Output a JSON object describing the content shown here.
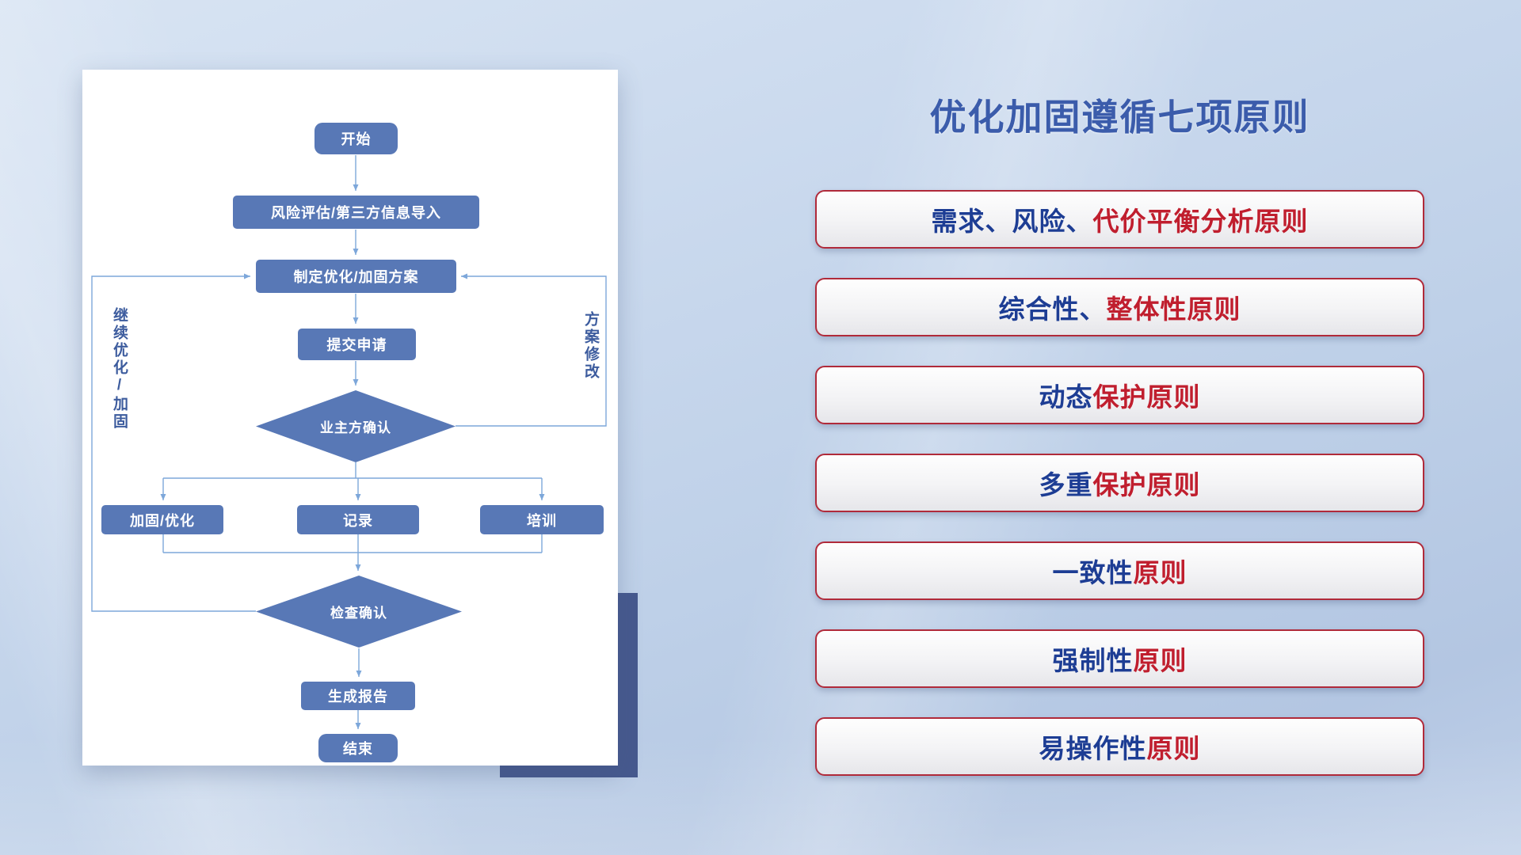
{
  "slide": {
    "title": "优化加固遵循七项原则"
  },
  "colors": {
    "title_blue": "#3B5CAB",
    "node_fill": "#5878B6",
    "connector_blue": "#7DA7DA",
    "principle_blue": "#1D3D94",
    "principle_red": "#C01E2E",
    "principle_border": "#B02A3A",
    "accent_rect": "#46598E"
  },
  "flowchart": {
    "nodes": {
      "start": "开始",
      "risk_import": "风险评估/第三方信息导入",
      "make_plan": "制定优化/加固方案",
      "submit": "提交申请",
      "owner_confirm": "业主方确认",
      "reinforce": "加固/优化",
      "record": "记录",
      "training": "培训",
      "check_confirm": "检查确认",
      "report": "生成报告",
      "end": "结束"
    },
    "loop_labels": {
      "continue_optimize": "继续优化/加固",
      "plan_revision": "方案修改"
    }
  },
  "principles": [
    {
      "blue": "需求、风险、",
      "red": "代价平衡分析原则"
    },
    {
      "blue": "综合性、",
      "red": "整体性原则"
    },
    {
      "blue": "动态",
      "red": "保护原则"
    },
    {
      "blue": "多重",
      "red": "保护原则"
    },
    {
      "blue": "一致性",
      "red": "原则"
    },
    {
      "blue": "强制性",
      "red": "原则"
    },
    {
      "blue": "易操作性",
      "red": "原则"
    }
  ]
}
